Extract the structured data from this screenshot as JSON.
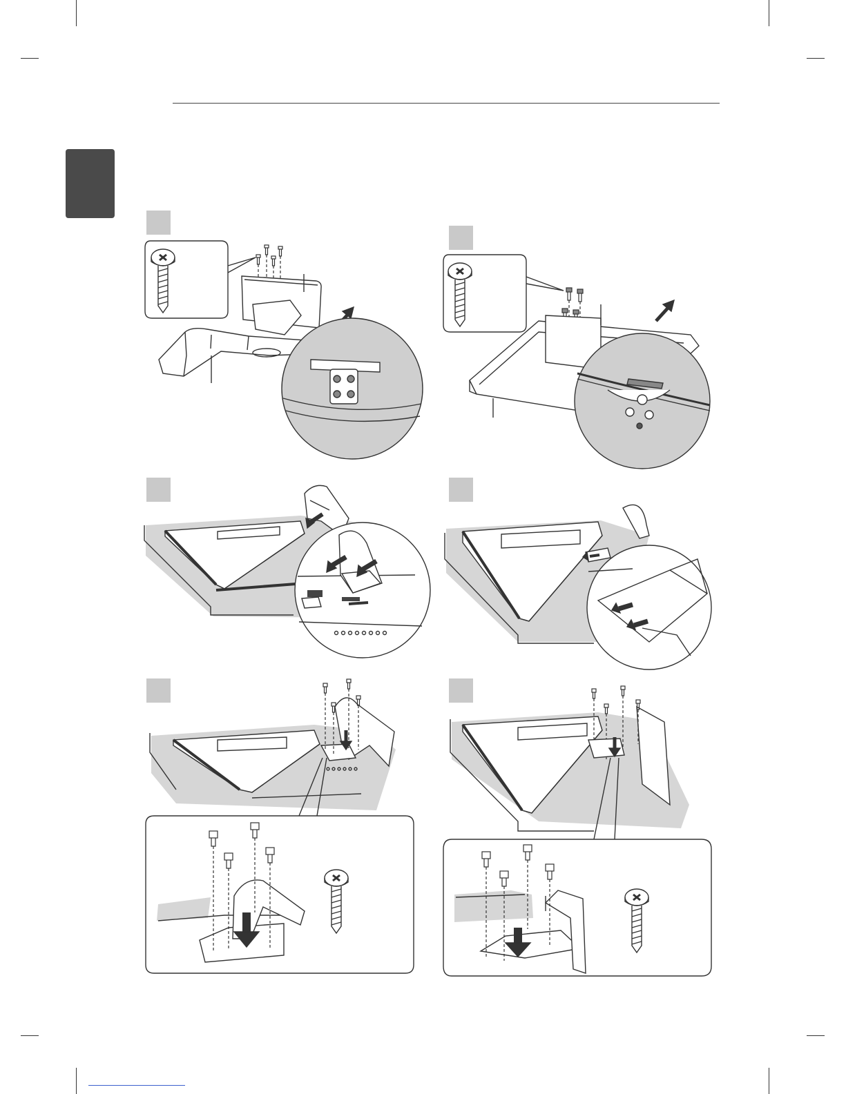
{
  "page": {
    "language_tab": "",
    "footer_link": ""
  },
  "steps": [
    {
      "id": 1,
      "label": ""
    },
    {
      "id": 2,
      "label": ""
    },
    {
      "id": 3,
      "label": ""
    },
    {
      "id": 4,
      "label": ""
    },
    {
      "id": 5,
      "label": ""
    },
    {
      "id": 6,
      "label": ""
    }
  ],
  "colors": {
    "line": "#333333",
    "shade": "#d6d6d6",
    "dark": "#4a4a4a",
    "step_box": "#c9c9c9"
  }
}
